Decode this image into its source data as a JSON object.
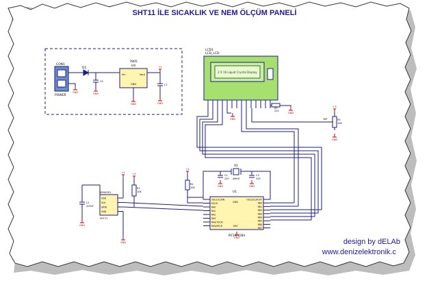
{
  "title": "SHT11 İLE SICAKLIK VE NEM ÖLÇÜM PANELİ",
  "credits": {
    "line1": "design by dELAb",
    "line2": "www.denizelektronik.c"
  },
  "power": {
    "connector_ref": "CON1",
    "connector_label": "POWER",
    "diode_ref": "D1",
    "regulator_ref": "U4",
    "regulator_part": "7805",
    "vin": "Vin",
    "vout": "Vout",
    "gnd": "GND",
    "cap1": "C5",
    "cap2": "C7",
    "supply": "+5",
    "ground": "GND"
  },
  "lcd": {
    "ref": "LCD1",
    "part": "LCD_LCD",
    "screen_text": "2 X 16 Liquid Crystal Display",
    "resistor_ref": "R3",
    "resistor_value": "220",
    "pot_ref": "R5",
    "pot_value": "10K",
    "tap": "TAP"
  },
  "sensor": {
    "ref": "SENSOR1",
    "part": "SHT11",
    "pins": [
      "VDD",
      "SCK",
      "DATA",
      "GND"
    ],
    "cap_ref": "C1",
    "cap_value": "100nF",
    "resistor_ref": "R1",
    "resistor_value": "10K"
  },
  "mcu": {
    "ref": "U1",
    "part": "PIC16F628A",
    "left_pins": [
      "OSC1/CLKIN",
      "MCLR",
      "RA0",
      "RA1",
      "RA2",
      "RA3",
      "RA4/T0CKI",
      "RA5/MCLR"
    ],
    "right_pins": [
      "OSC2/CLKOUT",
      "RB0",
      "RB1",
      "RB2",
      "RB3",
      "RB4",
      "RB5",
      "RB6",
      "RB7"
    ],
    "vdd": "VDD",
    "vss": "VSS",
    "reset_resistor_ref": "R2",
    "reset_resistor_value": "10K"
  },
  "crystal": {
    "ref": "X1",
    "value": "4MHZ",
    "cap1_ref": "C2",
    "cap1_value": "22P",
    "cap2_ref": "C3",
    "cap2_value": "22P"
  },
  "nets": {
    "supply": "+5",
    "ground": "GND"
  }
}
